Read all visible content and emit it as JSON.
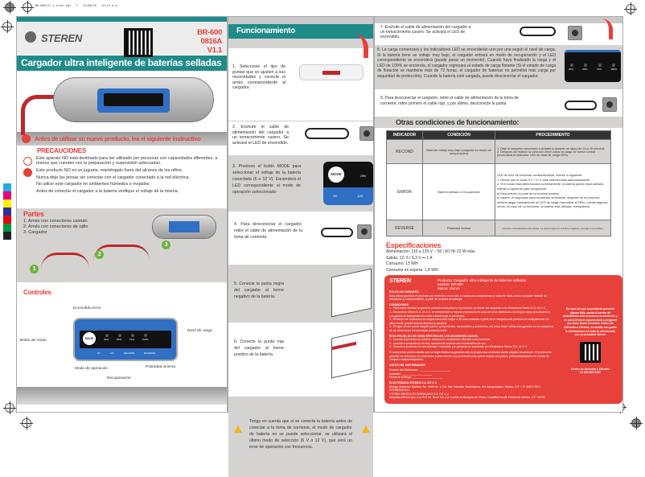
{
  "print_header": {
    "file": "BR-600/V1.1-inter.pdf",
    "page": "1",
    "date": "12/08/16",
    "time": "12:14 p.m."
  },
  "brand": {
    "name": "STEREN",
    "model": "BR-600",
    "code": "0816A",
    "version": "V1.1"
  },
  "title": "Cargador ultra inteligente de baterías selladas",
  "warning_banner": "Antes de utilizar su nuevo producto,  lea  el siguiente instructivo",
  "precautions": {
    "title": "PRECAUCIONES",
    "items": [
      "Este aparato NO está destinado para ser utilizado por personas con capacidades diferentes, a menos que cuenten con la preparación y supervisión adecuadas.",
      "Este producto NO es un juguete; manténgalo fuera del alcance de los niños.",
      "Nunca deje las pinzas sin conectar con el cargador conectado a la red eléctrica.",
      "No utilice este cargador en ambientes húmedos o mojados.",
      "Antes de conectar el cargador a la batería verifique el voltaje de la misma."
    ]
  },
  "parts": {
    "title": "Partes",
    "items": [
      "1. Arnés con conectores caimán",
      "2. Arnés con conectores de ojillo",
      "3. Cargador"
    ],
    "callouts": [
      "1",
      "2",
      "3"
    ]
  },
  "controls": {
    "title": "Controles",
    "labels": {
      "power_error": "Encendido Error",
      "mode_button": "Botón de modo",
      "charge_level": "Nivel de carga",
      "operation_mode": "Modo de operación",
      "recovery": "Recuperación",
      "reverse": "Polaridad inversa"
    },
    "mode": "MODE",
    "levels": [
      "25%",
      "50%",
      "75%",
      "100%"
    ],
    "bottom": [
      "6V",
      "12V",
      "RECOND",
      "REVERSE"
    ]
  },
  "operation": {
    "title": "Funcionamiento",
    "steps": [
      "1. Seleccione el tipo de puntas que se ajusten a sus necesidades y conecte el arnés correspondiente al cargador.",
      "2. Enchufe el cable de alimentación del cargador a un tomacorriente casero. Se activará el LED de encendido.",
      "3. Presione el botón MODE para seleccionar el voltaje de la batería conectada (6 o 12 V). Encenderá el LED correspondiente al modo de operación seleccionado",
      "4. Para desconectar el cargador, retire el cable de alimentación de la toma de corriente.",
      "5. Conecte la punta negra del cargador al borne negativo de la batería.",
      "6. Conecte la punta roja del cargador al borne positivo de la batería.",
      "7. Enchufe el cable de alimentación del cargador a un tomacorriente casero. Se activará el LED de encendido.",
      "8. La carga comenzará y los indicadores LED se encenderán uno por uno según el nivel de carga. Si la batería tiene un voltaje muy bajo, el cargador entrará en modo de recuperación y el LED correspondiente se encenderá (puede pasar un momento). Cuando haya finalizado la carga y el LED de 100% se encienda, el cargador regresará al estado de carga flotante (Si el estado de carga de flotación se mantiene más de 72 horas, el cargador de baterías no permitirá más carga por seguridad de protección). Cuando la batería esté cargada, puede desconectar el cargador.",
      "9. Para desconectar el cargador, retire el cable de alimentación de la toma de corriente, retire primero el cable rojo, y por último, desconecte la punta"
    ],
    "mode_panel": {
      "mode": "MODE",
      "level": "25%",
      "v6": "6V",
      "v12": "12V"
    },
    "note": "Tenga en cuenta que si se conecta la batería antes de conectar a la toma de corriente, el modo de cargador de batería no se puede seleccionar, se utilizará el último modo de selección (6 V o 12 V), que será un error de operación con frecuencia."
  },
  "other_conditions": {
    "title": "Otras condiciones de funcionamiento:",
    "headers": [
      "INDICADOR",
      "CONDICIÓN",
      "PROCEDIMIENTO"
    ],
    "rows": [
      {
        "indicator": "RECOND",
        "condition": "Nivel de voltaje muy bajo (cargador en modo de recuperación)",
        "procedure": "1. Deje el cargador conectado a la batería durante un lapso de 10 a 15 minutos.\n2. Después de realizar la conexión debe iniciar la carga de forma normal (encenderá el indicador LED de nivel de carga 25%)."
      },
      {
        "indicator": "ERROR",
        "condition": "Batería dañada o irrecuperable",
        "procedure": "LED de error se enciende constantemente, intente lo siguiente:\n1. Revise que el modo 6 V / 12 V está seleccionado adecuadamente\n2. Si el modo está seleccionado correctamente, la batería puede estar dañada.\nIntente lo siguiente para recuperarla:\na) Desconecte la punta de la terminal positiva\nb) espere 10 segundos para reconectar la terminal, después de la conexión, deberá cargar normalmente (el LED de carga encenderá al 25%). Intente algunas veces, en caso de no funcionar, la batería está dañada, reemplácela."
      },
      {
        "indicator": "REVERSE",
        "condition": "Polaridad inversa",
        "procedure": "Conecte correctamente las puntas. La punta negra en el borne negativo y la roja en el positivo."
      }
    ]
  },
  "specs": {
    "title": "Especificaciones",
    "items": [
      "Alimentación: 110 a 120 V ~ 50 / 60 Hz  22 W máx.",
      "Salida: 12, 6 / 6,3 V ⎓ 1  A",
      "Consumo: 13 W/h",
      "Consumo en espera:  1,8 W/h"
    ]
  },
  "warranty": {
    "product": "Producto: Cargador ultra inteligente de baterías selladas",
    "model": "Modelo: BR-600",
    "brand": "Marca: Steren",
    "policy_title": "PÓLIZA DE GARANTÍA",
    "policy": "Esta póliza garantiza el producto por el término de un año en todas sus componentes y mano de obra, contra cualquier defecto de fabricación y funcionamiento, a partir de la fecha de entrega.",
    "conditions_title": "CONDICIONES",
    "conditions": [
      "1.- Para hacer efectiva la garantía presente esta póliza y el producto, en donde fue adquirido o en Electrónica Steren S.A. de C.V.",
      "2.- Electrónica Steren S.A. de C.V. se compromete a reparar el producto en caso de estar defectuoso sin ningún cargo al consumidor. Los gastos de transportación serán cubiertos por el proveedor.",
      "3.- El tiempo de reparación en ningún caso será mayor a 30 días contados a partir de la recepción del producto en cualquiera de los sitios donde pueda hacerse efectiva la garantía.",
      "4.- El lugar donde puede adquirir partes, componentes, consumibles y accesorios, así como hacer válida esta garantía es en cualquiera de las direcciones mencionadas posteriormente."
    ],
    "exclusions_title": "ESTA PÓLIZA NO SE HARÁ EFECTIVA EN LOS SIGUIENTES CASOS:",
    "exclusions": [
      "1.- Cuando el producto se hubiese utilizado en condiciones distintas a las normales.",
      "2.- Cuando el producto no ha sido operado de acuerdo con el instructivo de uso.",
      "3.- Cuando el producto ha sido alterado o reparado por personal no autorizado por Electrónica Steren S.A. de C.V."
    ],
    "loss": "El consumidor podrá solicitar que se haga efectiva la garantía ante la propia casa comercial donde adquirió el producto. Si la presente garantía se extraviara, el consumidor puede recurrir a su proveedor para que le expida otra póliza, previa presentación de la nota de compra o factura respectiva.",
    "distributor_title": "DATOS DEL DISTRIBUIDOR",
    "fields": [
      "Nombre del Distribuidor",
      "Domicilio",
      "Fecha de entrega"
    ],
    "company": "ELECTRÓNICA STEREN S.A. DE C.V.",
    "address": "Biólogo Maximino Martínez No. 3408 Int. 1, Col. San Salvador Xochimanca, Del. Azcapotzalco, México, D.F. C.P. 02870 RFC: EST850628-K51",
    "importer": "STEREN PRODUCTO EMPACADO S.A. DE C.V.",
    "importer_address": "Autopista México-Qro. Km 26.5 Int. Nave 3 A, Col. Lomas de Bosques de Xhala, Cuautitlán Izcalli, Estado de México, C.P. 54705",
    "side_note": "En caso de que su producto presente alguna falla, acuda al centro de distribución más cercano a su domicilio y en caso de tener alguna duda o pregunta por favor llame a nuestro Centro de Atención a Clientes, en donde con gusto le atenderemos en todo lo relacionado con su producto Steren.",
    "call_center": "Centro de Atención a Clientes",
    "phone": "01 800 500 9000"
  },
  "colors": {
    "teal": "#1d8c8a",
    "red": "#e8403a",
    "grey": "#d4d3d1",
    "blue": "#2f6fc4"
  }
}
